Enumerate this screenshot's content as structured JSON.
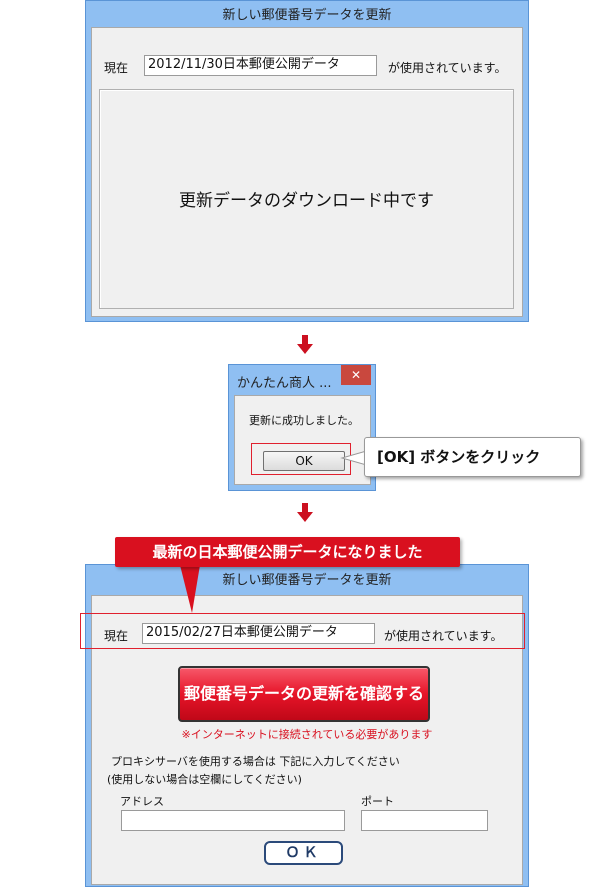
{
  "top_window": {
    "title": "新しい郵便番号データを更新",
    "current_label": "現在",
    "current_value": "2012/11/30日本郵便公開データ",
    "in_use_text": "が使用されています。",
    "download_status": "更新データのダウンロード中です"
  },
  "dialog": {
    "title": "かんたん商人 ...",
    "close_symbol": "✕",
    "message": "更新に成功しました。",
    "ok_label": "OK"
  },
  "callout_ok": "[OK] ボタンをクリック",
  "banner_text": "最新の日本郵便公開データになりました",
  "bottom_window": {
    "title": "新しい郵便番号データを更新",
    "current_label": "現在",
    "current_value": "2015/02/27日本郵便公開データ",
    "in_use_text": "が使用されています。",
    "check_button": "郵便番号データの更新を確認する",
    "internet_note": "※インターネットに接続されている必要があります",
    "proxy_line1": "プロキシサーバを使用する場合は 下記に入力してください",
    "proxy_line2": "(使用しない場合は空欄にしてください)",
    "address_label": "アドレス",
    "address_value": "",
    "port_label": "ポート",
    "port_value": "",
    "ok_label": "ＯＫ"
  },
  "colors": {
    "accent_red": "#d9101f",
    "window_frame": "#8fbff2",
    "dialog_close": "#c9483e"
  }
}
